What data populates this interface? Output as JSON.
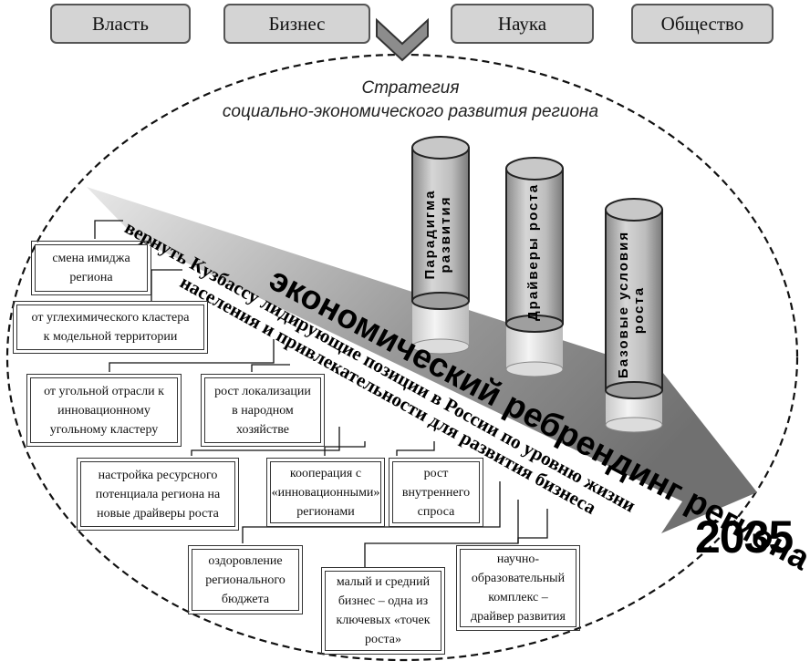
{
  "stakeholders": [
    "Власть",
    "Бизнес",
    "Наука",
    "Общество"
  ],
  "strategy_title": [
    "Стратегия",
    "социально-экономического развития региона"
  ],
  "pillars": [
    [
      "Парадигма",
      "развития"
    ],
    [
      "Драйверы  роста"
    ],
    [
      "Базовые  условия",
      "роста"
    ]
  ],
  "arrow_label": "экономический ребрендинг региона",
  "goal": [
    "вернуть Кузбассу лидирующие позиции в России по уровню жизни",
    "населения и привлекательности для развития бизнеса"
  ],
  "target_year": "2035",
  "initiatives": [
    [
      "смена имиджа",
      "региона"
    ],
    [
      "от углехимического кластера",
      "к модельной территории"
    ],
    [
      "от угольной отрасли к",
      "инновационному",
      "угольному кластеру"
    ],
    [
      "рост локализации",
      "в народном",
      "хозяйстве"
    ],
    [
      "настройка ресурсного",
      "потенциала региона на",
      "новые драйверы роста"
    ],
    [
      "кооперация с",
      "«инновационными»",
      "регионами"
    ],
    [
      "рост",
      "внутреннего",
      "спроса"
    ],
    [
      "оздоровление",
      "регионального",
      "бюджета"
    ],
    [
      "малый и средний",
      "бизнес – одна из",
      "ключевых «точек",
      "роста»"
    ],
    [
      "научно-",
      "образовательный",
      "комплекс –",
      "драйвер развития"
    ]
  ]
}
